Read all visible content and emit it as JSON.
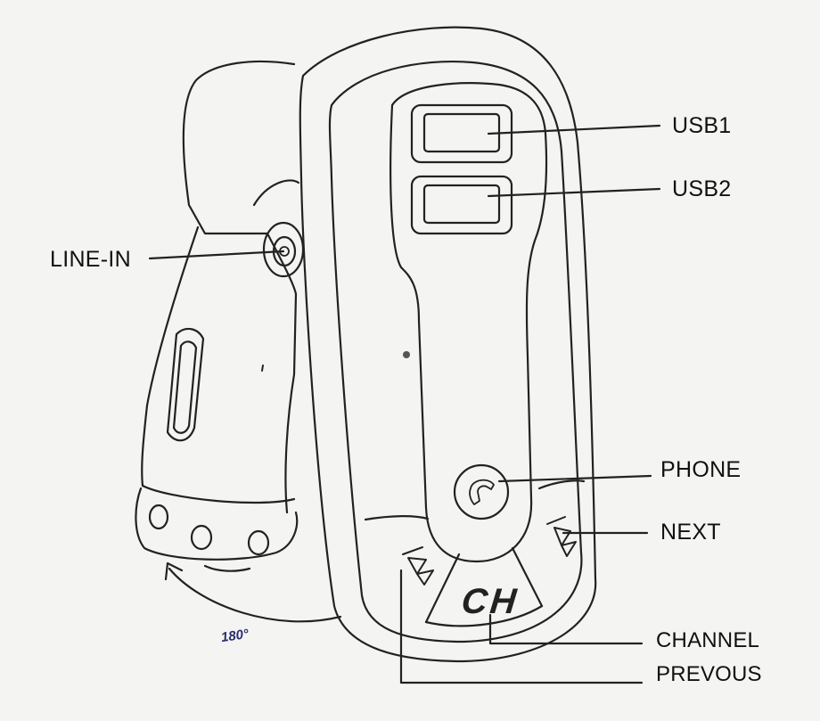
{
  "labels": {
    "usb1": "USB1",
    "usb2": "USB2",
    "line_in": "LINE-IN",
    "phone": "PHONE",
    "next": "NEXT",
    "channel": "CHANNEL",
    "previous": "PREVOUS"
  },
  "device": {
    "ch_button_text": "CH",
    "rotation_text": "180°"
  },
  "colors": {
    "line": "#222222",
    "rotation_label": "#2a2f6e",
    "background": "#f4f4f2"
  }
}
